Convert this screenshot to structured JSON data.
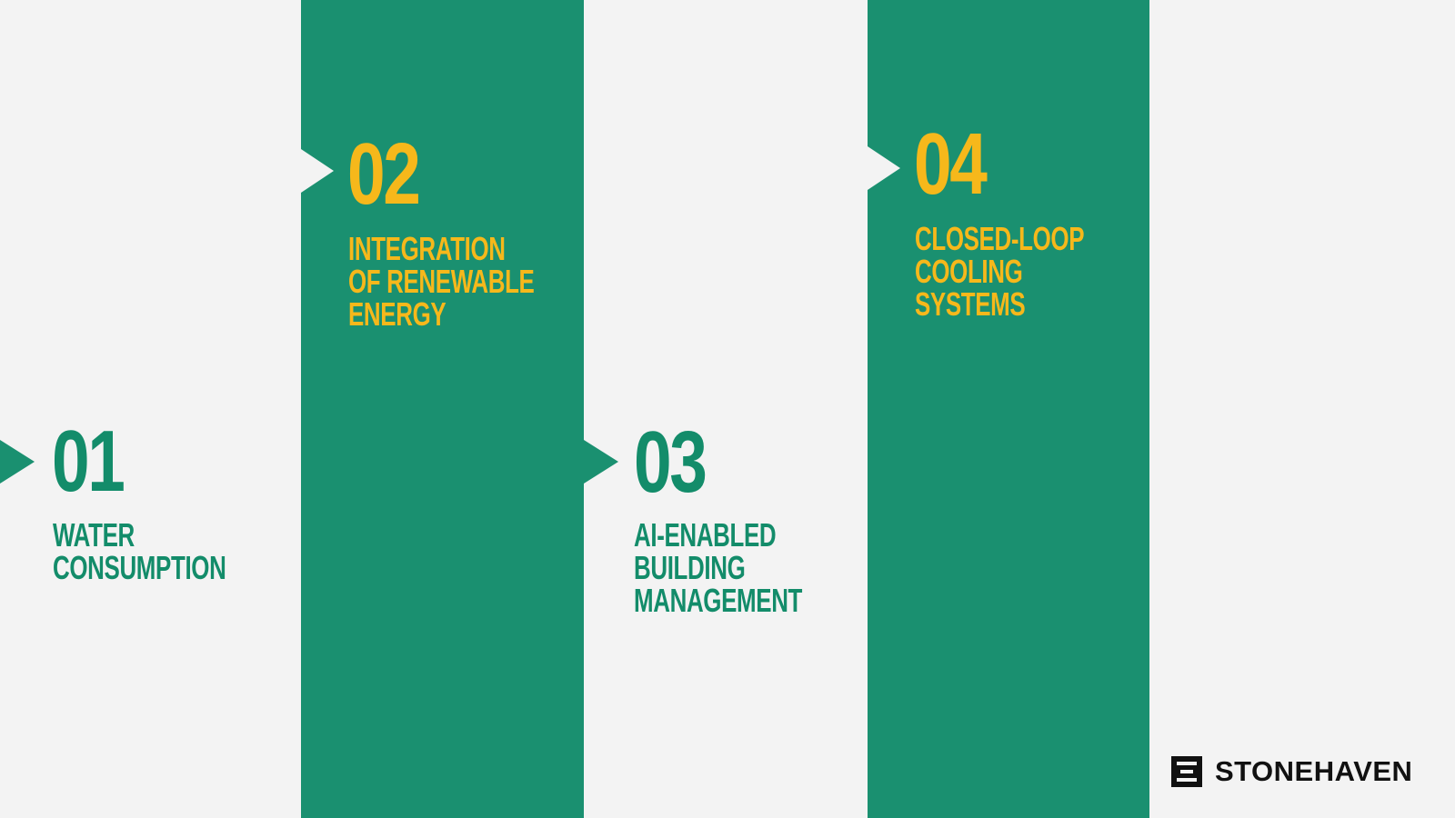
{
  "colors": {
    "background": "#f3f3f3",
    "green": "#1a9070",
    "green_text": "#138c6a",
    "yellow": "#f6b81b",
    "logo": "#111111"
  },
  "steps": [
    {
      "number": "01",
      "lines": [
        "WATER",
        "CONSUMPTION"
      ]
    },
    {
      "number": "02",
      "lines": [
        "INTEGRATION",
        "OF RENEWABLE",
        "ENERGY"
      ]
    },
    {
      "number": "03",
      "lines": [
        "AI-ENABLED",
        "BUILDING",
        "MANAGEMENT"
      ]
    },
    {
      "number": "04",
      "lines": [
        "CLOSED-LOOP",
        "COOLING",
        "SYSTEMS"
      ]
    }
  ],
  "logo": {
    "icon": "stonehaven-logo-icon",
    "text": "STONEHAVEN"
  }
}
